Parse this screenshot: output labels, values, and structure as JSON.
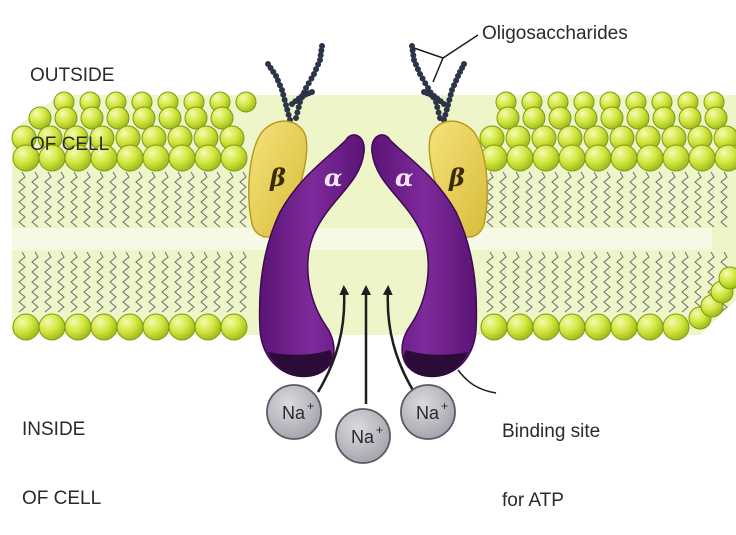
{
  "labels": {
    "outside_line1": "OUTSIDE",
    "outside_line2": "OF CELL",
    "inside_line1": "INSIDE",
    "inside_line2": "OF CELL",
    "oligosaccharides": "Oligosaccharides",
    "binding_line1": "Binding site",
    "binding_line2": "for ATP"
  },
  "subunits": {
    "beta": "β",
    "alpha": "α"
  },
  "ions": {
    "symbol": "Na",
    "charge": "+"
  },
  "colors": {
    "lipid_head": "#d7e84a",
    "lipid_head_edge": "#7f9a12",
    "alpha_subunit": "#6a1f86",
    "beta_subunit": "#e9d35a",
    "ion": "#b9b6be",
    "oligosaccharide": "#2c3447"
  }
}
